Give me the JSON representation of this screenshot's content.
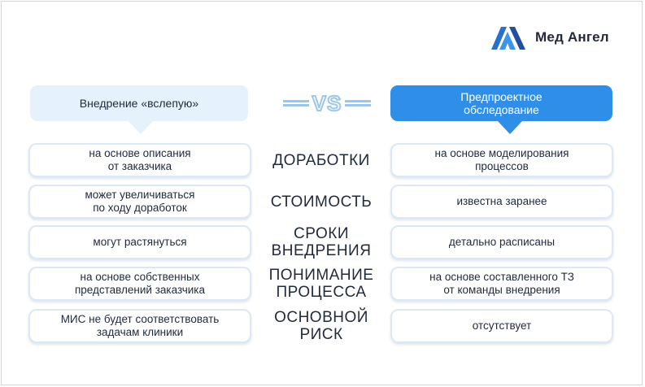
{
  "brand": {
    "name": "Мед Ангел",
    "logo_icon": "med-angel-logo-icon",
    "colors": {
      "primary": "#2f8fe8",
      "dark": "#1f2a3d",
      "light": "#e5f1fb"
    }
  },
  "left_header": "Внедрение «вслепую»",
  "vs_text": "VS",
  "right_header": "Предпроектное\nобследование",
  "rows": [
    {
      "left": "на основе описания\nот заказчика",
      "label": "ДОРАБОТКИ",
      "right": "на основе моделирования\nпроцессов"
    },
    {
      "left": "может увеличиваться\nпо ходу доработок",
      "label": "СТОИМОСТЬ",
      "right": "известна заранее"
    },
    {
      "left": "могут растянуться",
      "label": "СРОКИ\nВНЕДРЕНИЯ",
      "right": "детально расписаны"
    },
    {
      "left": "на основе собственных\nпредставлений заказчика",
      "label": "ПОНИМАНИЕ\nПРОЦЕССА",
      "right": "на основе составленного ТЗ\nот команды внедрения"
    },
    {
      "left": "МИС не будет соответствовать\nзадачам клиники",
      "label": "ОСНОВНОЙ\nРИСК",
      "right": "отсутствует"
    }
  ]
}
